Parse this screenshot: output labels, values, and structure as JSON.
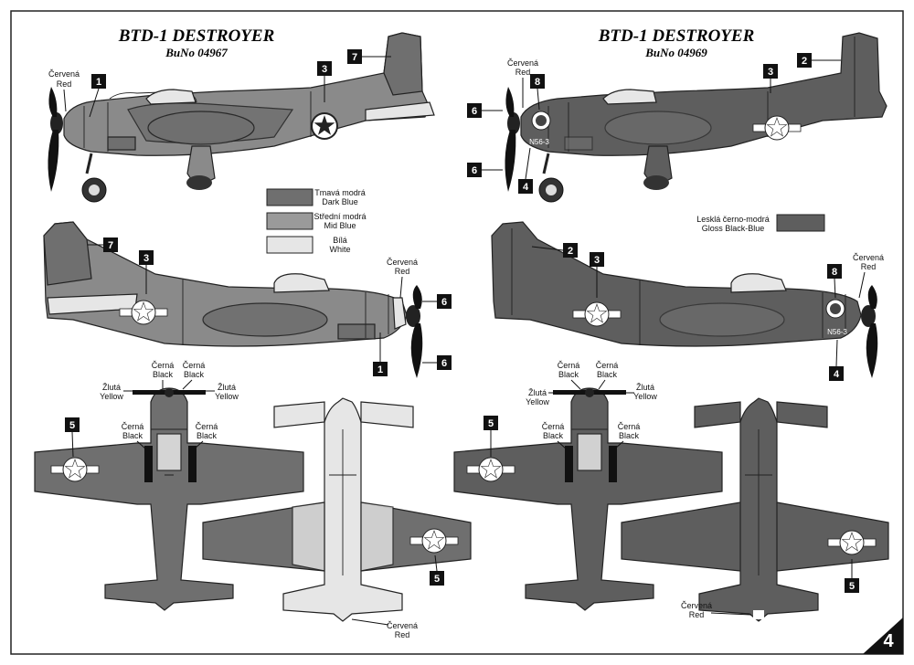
{
  "left": {
    "title": "BTD-1 DESTROYER",
    "subtitle": "BuNo 04967",
    "legend": [
      {
        "cz": "Tmavá modrá",
        "en": "Dark Blue",
        "color": "#6f6f6f"
      },
      {
        "cz": "Střední modrá",
        "en": "Mid Blue",
        "color": "#9a9a9a"
      },
      {
        "cz": "Bílá",
        "en": "White",
        "color": "#e6e6e6"
      }
    ],
    "labels": {
      "red_cz": "Červená",
      "red_en": "Red",
      "black_cz": "Černá",
      "black_en": "Black",
      "yellow_cz": "Žlutá",
      "yellow_en": "Yellow"
    }
  },
  "right": {
    "title": "BTD-1 DESTROYER",
    "subtitle": "BuNo 04969",
    "legend": [
      {
        "cz": "Lesklá černo-modrá",
        "en": "Gloss Black-Blue",
        "color": "#5e5e5e"
      }
    ],
    "labels": {
      "red_cz": "Červená",
      "red_en": "Red",
      "black_cz": "Černá",
      "black_en": "Black",
      "yellow_cz": "Žlutá",
      "yellow_en": "Yellow"
    },
    "cowl_code": "N56-3"
  },
  "callouts": {
    "n1": "1",
    "n2": "2",
    "n3": "3",
    "n4": "4",
    "n5": "5",
    "n6": "6",
    "n7": "7",
    "n8": "8"
  },
  "page_number": "4"
}
